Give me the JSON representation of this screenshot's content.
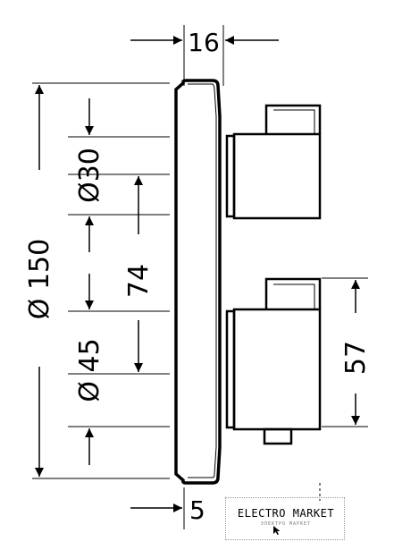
{
  "diagram": {
    "dimensions": {
      "depth_top": "16",
      "total_height": "Ø 150",
      "upper_knob": "Ø30",
      "spacing": "74",
      "lower_knob": "Ø 45",
      "lower_offset": "57",
      "bottom_partial": "5"
    },
    "watermark": {
      "title": "ELECTRO MARKET",
      "subtitle": "ЭЛЕКТРО МАРКЕТ"
    }
  }
}
